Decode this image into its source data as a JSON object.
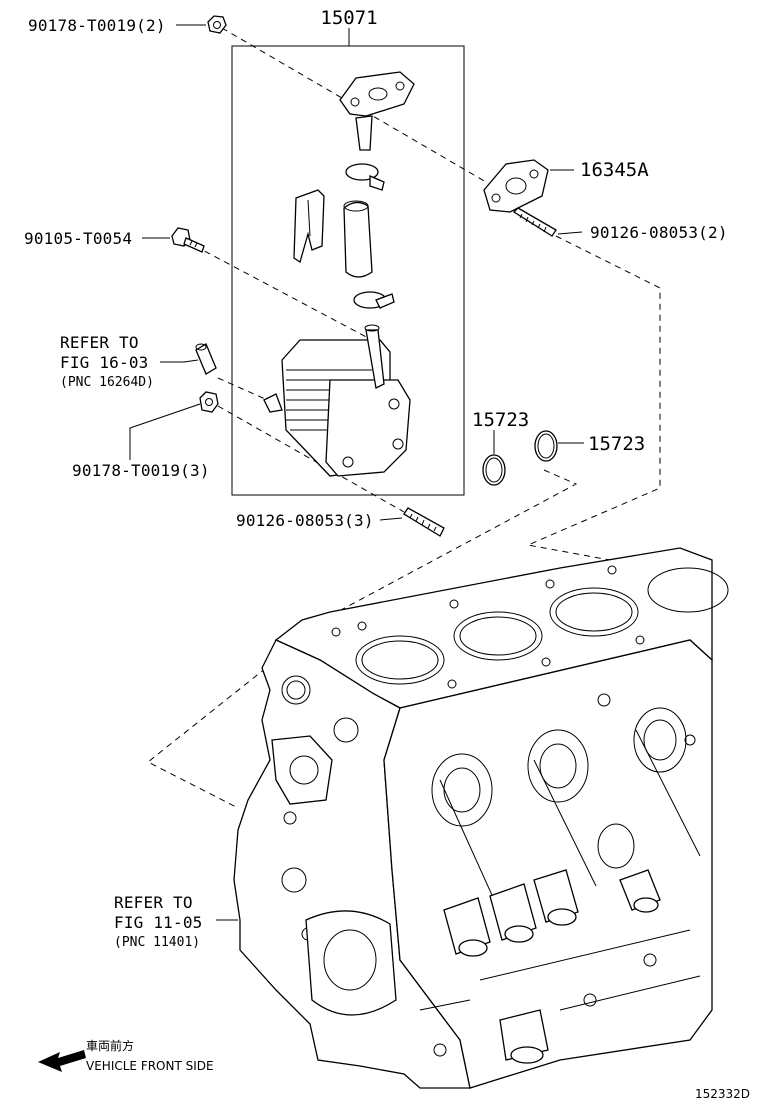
{
  "labels": {
    "p_15071": "15071",
    "p_90178_top": "90178-T0019(2)",
    "p_16345A": "16345A",
    "p_90105": "90105-T0054",
    "p_90126_top": "90126-08053(2)",
    "refer1_l1": "REFER TO",
    "refer1_l2": "FIG 16-03",
    "refer1_l3": "(PNC 16264D)",
    "p_90178_mid": "90178-T0019(3)",
    "p_15723_a": "15723",
    "p_15723_b": "15723",
    "p_90126_bot": "90126-08053(3)",
    "refer2_l1": "REFER TO",
    "refer2_l2": "FIG 11-05",
    "refer2_l3": "(PNC 11401)",
    "front_jp": "車両前方",
    "front_en": "VEHICLE FRONT SIDE",
    "diagram_id": "152332D"
  },
  "colors": {
    "line": "#000000",
    "background": "#ffffff"
  }
}
